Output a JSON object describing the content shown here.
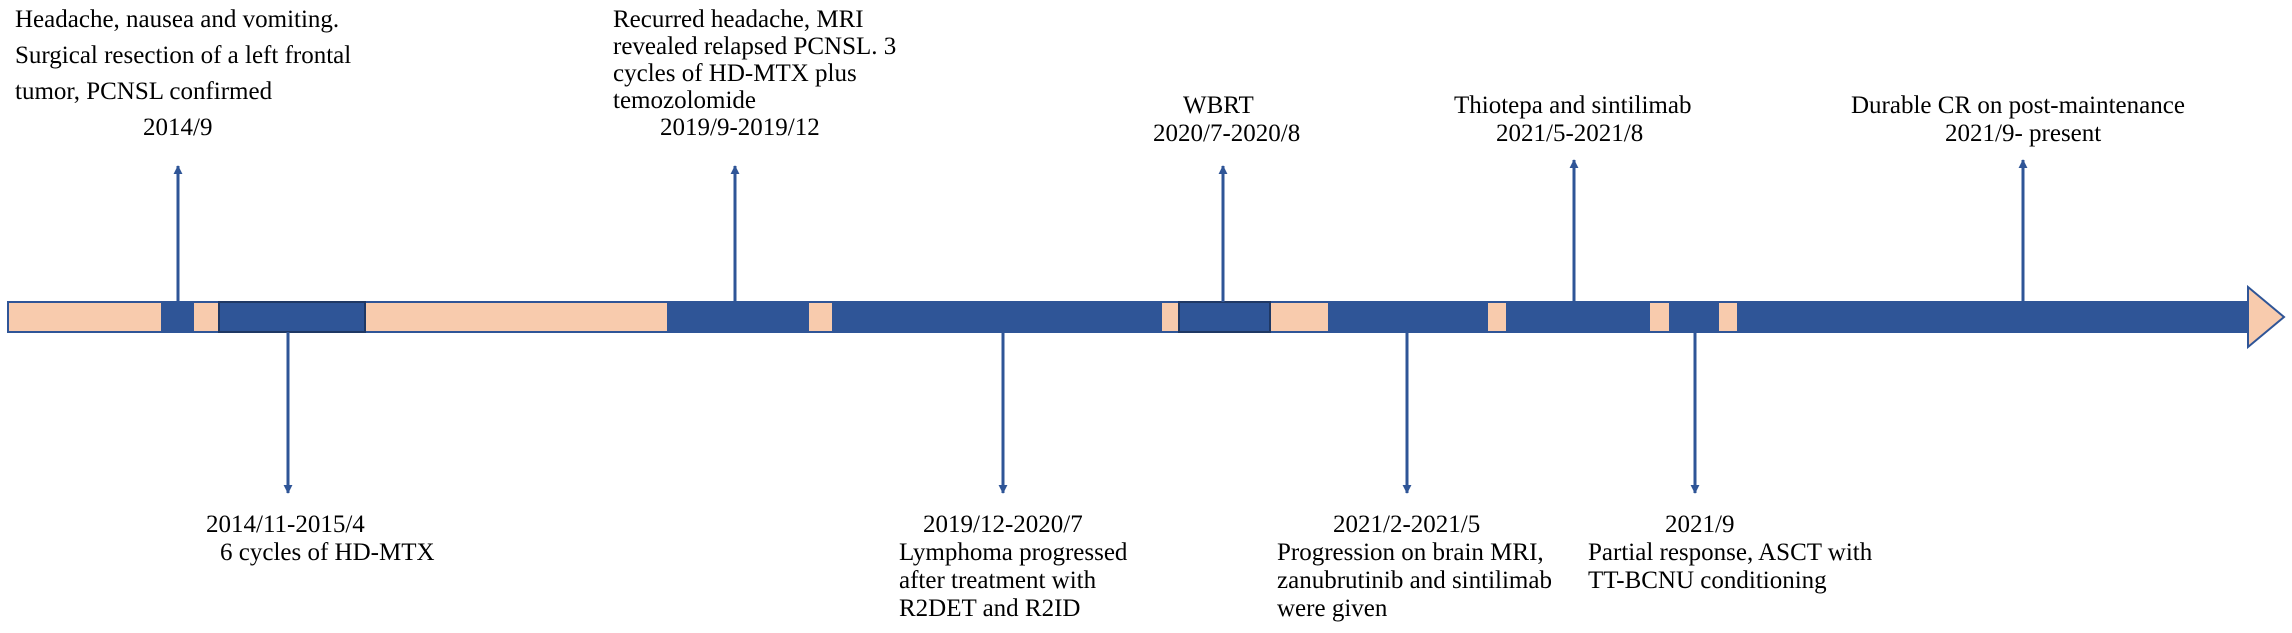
{
  "colors": {
    "bar_blue": "#2f5597",
    "bar_peach": "#f8cbad",
    "arrow": "#2f5597",
    "text": "#000000"
  },
  "events": [
    {
      "id": "2014-9",
      "lines": [
        "Headache, nausea and vomiting.",
        "Surgical resection of a left frontal",
        "tumor, PCNSL confirmed",
        "2014/9"
      ]
    },
    {
      "id": "2014-11",
      "lines": [
        "2014/11-2015/4",
        "6 cycles of HD-MTX"
      ]
    },
    {
      "id": "2019-9",
      "lines": [
        "Recurred headache, MRI",
        "revealed relapsed PCNSL. 3",
        "cycles of HD-MTX plus",
        "temozolomide",
        "2019/9-2019/12"
      ]
    },
    {
      "id": "2019-12",
      "lines": [
        "2019/12-2020/7",
        "Lymphoma progressed",
        "after treatment with",
        "R2DET and R2ID"
      ]
    },
    {
      "id": "2020-7",
      "lines": [
        "WBRT",
        "2020/7-2020/8"
      ]
    },
    {
      "id": "2021-2",
      "lines": [
        "2021/2-2021/5",
        "Progression on brain MRI,",
        "zanubrutinib and sintilimab",
        "were given"
      ]
    },
    {
      "id": "2021-5",
      "lines": [
        "Thiotepa and sintilimab",
        "2021/5-2021/8"
      ]
    },
    {
      "id": "2021-9a",
      "lines": [
        "2021/9",
        "Partial response, ASCT with",
        "TT-BCNU conditioning"
      ]
    },
    {
      "id": "2021-9b",
      "lines": [
        "Durable CR on post-maintenance",
        "2021/9- present"
      ]
    }
  ]
}
